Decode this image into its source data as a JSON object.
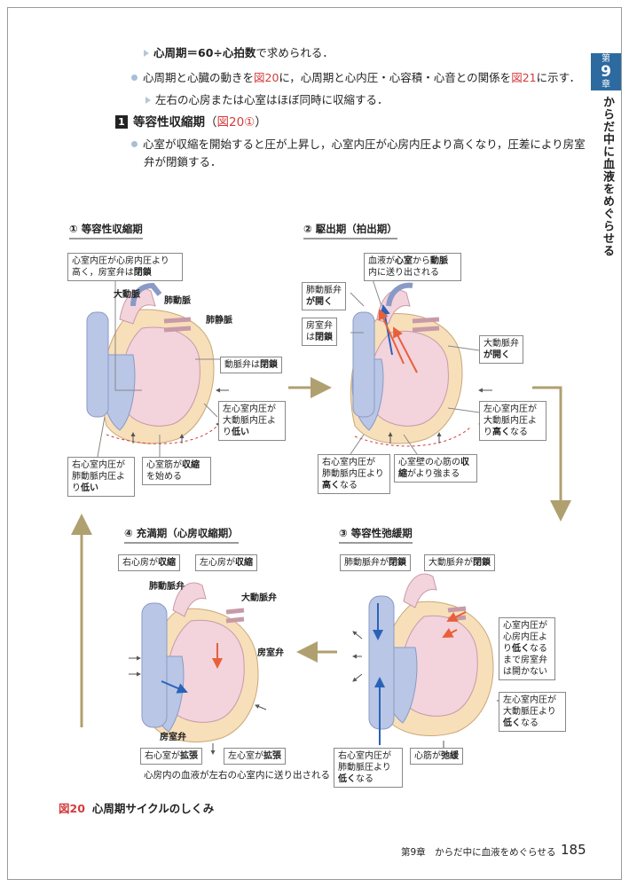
{
  "chapter_tab": {
    "label_top": "第",
    "number": "9",
    "label_bottom": "章",
    "vertical_title": "からだ中に血液をめぐらせる"
  },
  "body": {
    "line1": {
      "bold": "心周期＝60÷心拍数",
      "rest": "で求められる．"
    },
    "line2": {
      "a": "心周期と心臓の動きを",
      "ref1": "図20",
      "b": "に，心周期と心内圧・心容積・心音との関係を",
      "ref2": "図21",
      "c": "に示す．"
    },
    "line3": "左右の心房または心室はほぼ同時に収縮する．",
    "heading": {
      "num": "1",
      "title": "等容性収縮期",
      "ref_open": "（",
      "ref": "図20①",
      "ref_close": "）"
    },
    "line4": "心室が収縮を開始すると圧が上昇し，心室内圧が心房内圧より高くなり，圧差により房室",
    "line5": "弁が閉鎖する．"
  },
  "panels": {
    "p1": {
      "title": "① 等容性収縮期",
      "box_top": {
        "l1": "心室内圧が心房内圧より",
        "l2a": "高く，房室弁は",
        "l2b": "閉鎖"
      },
      "aorta": "大動脈",
      "pa": "肺動脈",
      "pv": "肺静脈",
      "valve": {
        "a": "動脈弁は",
        "b": "閉鎖"
      },
      "lv": {
        "l1": "左心室内圧が",
        "l2": "大動脈内圧よ",
        "l3a": "り",
        "l3b": "低い"
      },
      "rv": {
        "l1": "右心室内圧が",
        "l2": "肺動脈内圧よ",
        "l3a": "り",
        "l3b": "低い"
      },
      "muscle": {
        "l1a": "心室筋が",
        "l1b": "収縮",
        "l2": "を始める"
      }
    },
    "p2": {
      "title": "② 駆出期（拍出期）",
      "box_top": {
        "l1a": "血液が",
        "l1b": "心室",
        "l1c": "から",
        "l1d": "動脈",
        "l2": "内に送り出される"
      },
      "pv_valve": {
        "l1": "肺動脈弁",
        "l2": "が開く"
      },
      "av_valve": {
        "l1": "房室弁",
        "l2a": "は",
        "l2b": "閉鎖"
      },
      "ao_valve": {
        "l1": "大動脈弁",
        "l2": "が開く"
      },
      "lv": {
        "l1": "左心室内圧が",
        "l2": "大動脈内圧よ",
        "l3a": "り",
        "l3b": "高く",
        "l3c": "なる"
      },
      "rv": {
        "l1": "右心室内圧が",
        "l2": "肺動脈内圧より",
        "l3a": "高く",
        "l3b": "なる"
      },
      "wall": {
        "l1a": "心室壁の心筋の",
        "l1b": "収",
        "l2a": "縮",
        "l2b": "がより強まる"
      }
    },
    "p3": {
      "title": "③ 等容性弛緩期",
      "pv_valve": {
        "a": "肺動脈弁が",
        "b": "閉鎖"
      },
      "ao_valve": {
        "a": "大動脈弁が",
        "b": "閉鎖"
      },
      "side": {
        "l1": "心室内圧が",
        "l2": "心房内圧よ",
        "l3a": "り",
        "l3b": "低く",
        "l3c": "なる",
        "l4": "まで房室弁",
        "l5": "は開かない"
      },
      "lv": {
        "l1": "左心室内圧が",
        "l2": "大動脈圧より",
        "l3a": "低く",
        "l3b": "なる"
      },
      "rv": {
        "l1": "右心室内圧が",
        "l2": "肺動脈圧より",
        "l3a": "低く",
        "l3b": "なる"
      },
      "muscle": {
        "a": "心筋が",
        "b": "弛緩"
      }
    },
    "p4": {
      "title": "④ 充満期（心房収縮期）",
      "ra": {
        "a": "右心房が",
        "b": "収縮"
      },
      "la": {
        "a": "左心房が",
        "b": "収縮"
      },
      "pv_valve": "肺動脈弁",
      "ao_valve": "大動脈弁",
      "av_valve_r": "房室弁",
      "av_valve_l": "房室弁",
      "rv": {
        "a": "右心室が",
        "b": "拡張"
      },
      "lv": {
        "a": "左心室が",
        "b": "拡張"
      },
      "caption": "心房内の血液が左右の心室内に送り出される"
    }
  },
  "figure": {
    "num": "図20",
    "title": "心周期サイクルのしくみ"
  },
  "footer": {
    "chapter": "第9章　からだ中に血液をめぐらせる",
    "page": "185"
  },
  "colors": {
    "accent": "#2c6aa0",
    "ref_red": "#d33c3c",
    "arrow_gold": "#b0a070",
    "vessel_blue": "#b9c6e6",
    "heart_pink": "#f3d3dc",
    "muscle_tan": "#f7dfba"
  }
}
